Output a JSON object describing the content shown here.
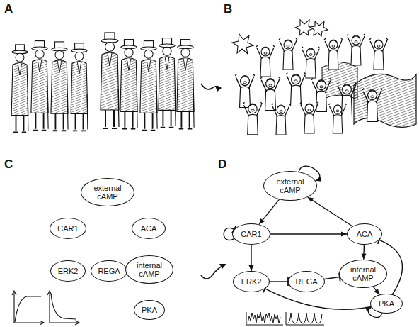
{
  "diagram": {
    "nodes": [
      {
        "text": [
          "external cAMP"
        ]
      },
      {
        "text": [
          "CAR1"
        ]
      },
      {
        "text": [
          "ACA"
        ]
      },
      {
        "text": [
          "ERK2"
        ]
      },
      {
        "text": [
          "REGA"
        ]
      },
      {
        "text": [
          "internal cAMP"
        ]
      },
      {
        "text": [
          "PKA"
        ]
      },
      {
        "text": [
          "external cAMP"
        ]
      },
      {
        "text": [
          "CAR1"
        ]
      },
      {
        "text": [
          "ACA"
        ]
      },
      {
        "text": [
          "ERK2"
        ]
      },
      {
        "text": [
          "REGA"
        ]
      },
      {
        "text": [
          "internal cAMP"
        ]
      },
      {
        "text": [
          "PKA"
        ]
      }
    ],
    "edges": [
      {
        "from": 7,
        "to": 7,
        "arrow": "to"
      },
      {
        "from": 7,
        "to": 8,
        "arrow": "to"
      },
      {
        "from": 8,
        "to": 8,
        "arrow": "to"
      },
      {
        "from": 8,
        "to": 9,
        "arrow": "to"
      },
      {
        "from": 9,
        "to": 7,
        "arrow": "to"
      },
      {
        "from": 9,
        "to": 12,
        "arrow": "to"
      },
      {
        "from": 8,
        "to": 10,
        "arrow": "to"
      },
      {
        "from": 10,
        "to": 11,
        "arrow": "to"
      },
      {
        "from": 11,
        "to": 12,
        "arrow": "to"
      },
      {
        "from": 12,
        "to": 13,
        "arrow": "to"
      },
      {
        "from": 13,
        "to": 9,
        "arrow": "to"
      },
      {
        "from": 13,
        "to": 10,
        "arrow": "to"
      },
      {
        "from": 13,
        "to": 13,
        "arrow": "to"
      }
    ],
    "labels": [
      "A",
      "B",
      "C",
      "D"
    ]
  }
}
